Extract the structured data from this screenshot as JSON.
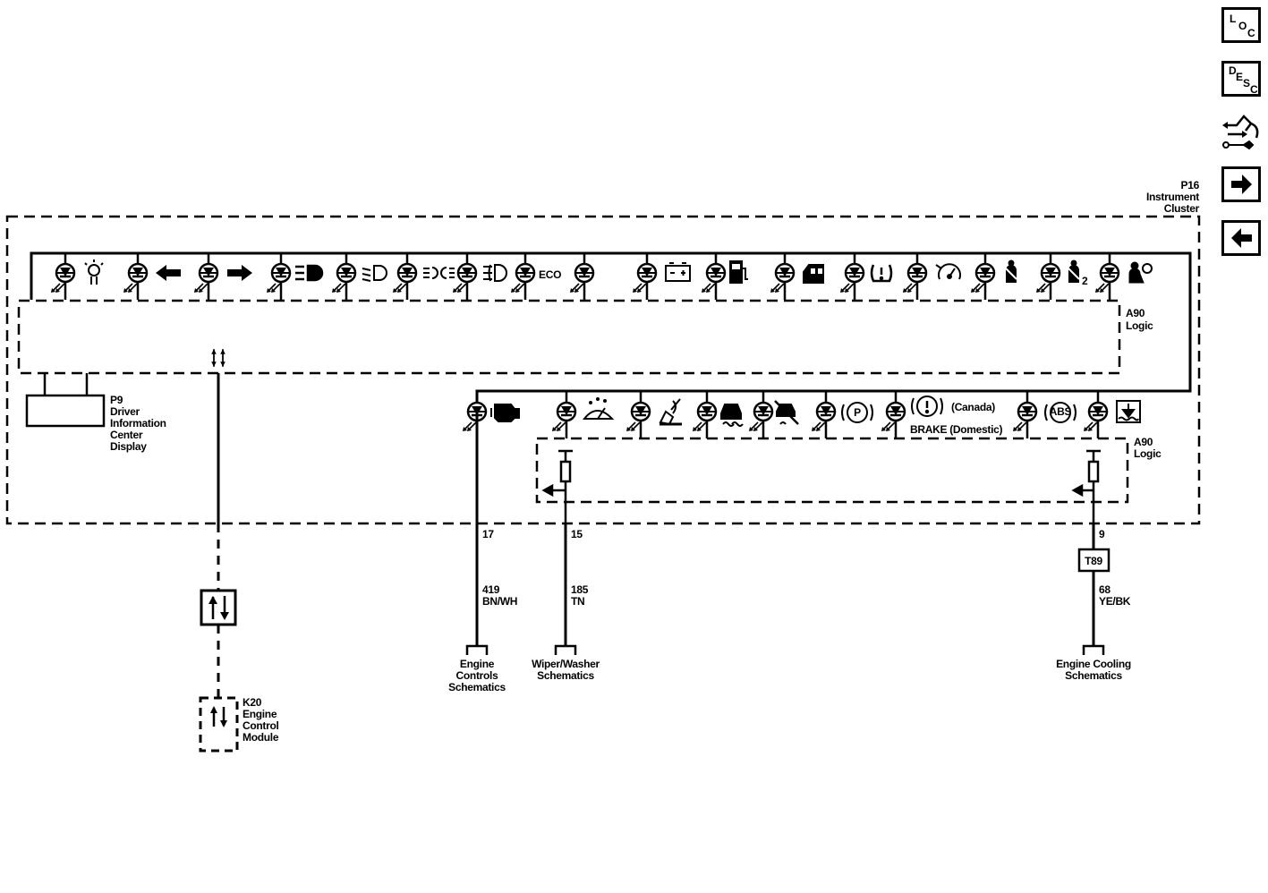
{
  "module": {
    "name": "P16",
    "line1": "Instrument",
    "line2": "Cluster"
  },
  "logic_top": {
    "name": "A90",
    "line2": "Logic"
  },
  "logic_bottom": {
    "name": "A90",
    "line2": "Logic"
  },
  "dic": {
    "name": "P9",
    "lines": [
      "Driver",
      "Information",
      "Center",
      "Display"
    ]
  },
  "ecm": {
    "name": "K20",
    "lines": [
      "Engine",
      "Control",
      "Module"
    ]
  },
  "indicators_top": [
    "bulb-check-icon",
    "turn-left-icon",
    "turn-right-icon",
    "high-beam-icon",
    "low-beam-icon",
    "parking-lamp-icon",
    "fog-lamp-icon",
    "eco-icon",
    "battery-icon",
    "fuel-icon",
    "door-ajar-icon",
    "tire-pressure-icon",
    "cruise-icon",
    "seatbelt-icon",
    "seatbelt-2-icon",
    "airbag-icon"
  ],
  "eco_label": "ECO",
  "seatbelt2_label": "2",
  "indicators_bottom": [
    "check-engine-icon",
    "washer-fluid-icon",
    "oil-icon",
    "traction-control-icon",
    "traction-off-icon",
    "park-icon",
    "brake-icon",
    "abs-icon",
    "temperature-icon"
  ],
  "brake": {
    "canada": "(Canada)",
    "domestic": "BRAKE (Domestic)"
  },
  "park_label": "P",
  "abs_label": "ABS",
  "circuits": [
    {
      "pin": "17",
      "circuit": "419",
      "color": "BN/WH",
      "dest": [
        "Engine",
        "Controls",
        "Schematics"
      ]
    },
    {
      "pin": "15",
      "circuit": "185",
      "color": "TN",
      "dest": [
        "Wiper/Washer",
        "Schematics"
      ]
    },
    {
      "pin": "9",
      "circuit": "68",
      "color": "YE/BK",
      "dest": [
        "Engine Cooling",
        "Schematics"
      ],
      "splice": "T89"
    }
  ],
  "nav": {
    "loc": {
      "a": "L",
      "b": "O",
      "c": "C"
    },
    "desc": {
      "a": "D",
      "b": "E",
      "c": "S",
      "d": "C"
    }
  }
}
